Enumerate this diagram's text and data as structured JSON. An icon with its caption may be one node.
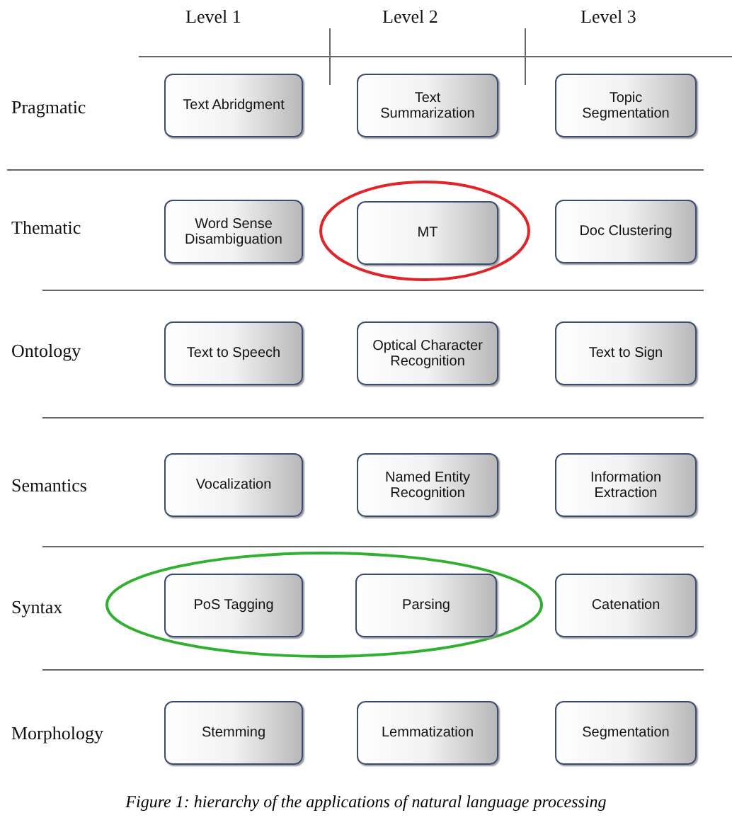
{
  "diagram": {
    "caption": "Figure 1: hierarchy of the applications of natural language processing",
    "nodes": [
      {
        "text": [
          "Text Abridgment"
        ]
      },
      {
        "text": [
          "Text Summarization"
        ]
      },
      {
        "text": [
          "Topic Segmentation"
        ]
      },
      {
        "text": [
          "Word Sense Disambiguation"
        ]
      },
      {
        "text": [],
        "shape": "ellipse"
      },
      {
        "text": [
          "MT"
        ],
        "in": 4
      },
      {
        "text": [
          "Doc Clustering"
        ]
      },
      {
        "text": [
          "Text to Speech"
        ]
      },
      {
        "text": [
          "Optical Character Recognition"
        ]
      },
      {
        "text": [
          "Text to Sign"
        ]
      },
      {
        "text": [
          "Vocalization"
        ]
      },
      {
        "text": [
          "Named Entity Recognition"
        ]
      },
      {
        "text": [
          "Information Extraction"
        ]
      },
      {
        "text": [],
        "shape": "ellipse"
      },
      {
        "text": [
          "PoS Tagging"
        ],
        "in": 13
      },
      {
        "text": [
          "Parsing"
        ],
        "in": 13
      },
      {
        "text": [
          "Catenation"
        ]
      },
      {
        "text": [
          "Stemming"
        ]
      },
      {
        "text": [
          "Lemmatization"
        ]
      },
      {
        "text": [
          "Segmentation"
        ]
      }
    ],
    "labels": [
      "Level 1",
      "Level 2",
      "Level 3",
      "Pragmatic",
      "Thematic",
      "Ontology",
      "Semantics",
      "Syntax",
      "Morphology"
    ]
  }
}
